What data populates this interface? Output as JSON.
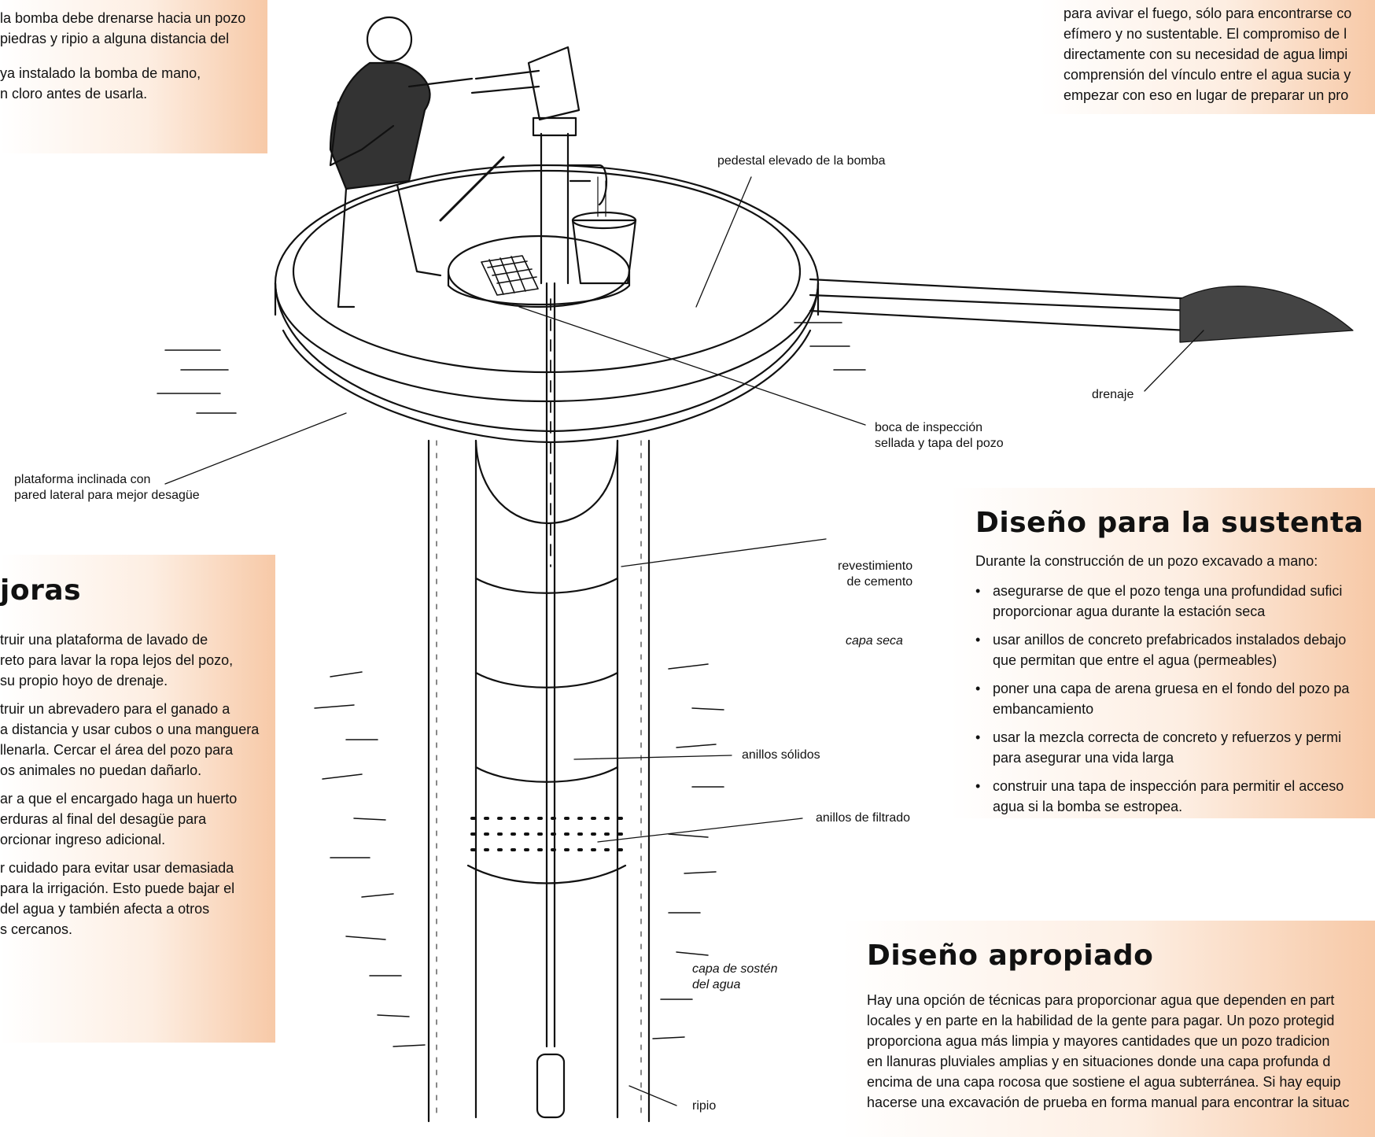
{
  "top_left_box": {
    "lines": [
      "la bomba debe drenarse hacia un pozo",
      "piedras y ripio a alguna distancia del",
      "ya instalado la bomba de mano,",
      "n cloro antes de usarla."
    ]
  },
  "top_right_box": {
    "lines": [
      "para avivar el fuego, sólo para encontrarse co",
      "efímero y no sustentable. El compromiso de l",
      "directamente con su necesidad de agua limpi",
      "comprensión del vínculo entre el agua sucia y",
      "empezar con eso en lugar de preparar un pro"
    ]
  },
  "mejoras": {
    "heading": "joras",
    "lines": [
      "truir una plataforma de lavado de",
      "reto para lavar la ropa lejos del pozo,",
      "su propio hoyo de drenaje.",
      "truir un abrevadero para el ganado a",
      "a distancia y usar cubos o una manguera",
      "llenarla. Cercar el área del pozo para",
      "os animales no puedan dañarlo.",
      "ar a que el encargado haga un huerto",
      "erduras al final del desagüe para",
      "orcionar ingreso adicional.",
      "r cuidado para evitar usar demasiada",
      "para la irrigación. Esto puede bajar el",
      "del agua y también afecta a otros",
      "s cercanos."
    ]
  },
  "sustentabilidad": {
    "heading": "Diseño para la sustenta",
    "intro": "Durante la construcción de un pozo excavado a mano:",
    "bullets": [
      [
        "asegurarse de que el pozo tenga una profundidad sufici",
        "proporcionar agua durante la estación seca"
      ],
      [
        "usar anillos de concreto prefabricados instalados debajo",
        "que permitan que entre el agua (permeables)"
      ],
      [
        "poner una capa de arena gruesa en el fondo del pozo pa",
        "embancamiento"
      ],
      [
        "usar la mezcla correcta de concreto y refuerzos y permi",
        "para asegurar una vida larga"
      ],
      [
        "construir una tapa de inspección para permitir el acceso",
        "agua si la bomba se estropea."
      ]
    ]
  },
  "apropiado": {
    "heading": "Diseño apropiado",
    "lines": [
      "Hay una opción de técnicas para proporcionar agua que dependen en part",
      "locales y en parte en la habilidad de la gente para pagar. Un pozo protegid",
      "proporciona agua más limpia y mayores cantidades que un pozo tradicion",
      "en llanuras pluviales amplias y en situaciones donde una capa profunda d",
      "encima de una capa rocosa que sostiene el agua subterránea. Si hay equip",
      "hacerse una excavación de prueba en forma manual para encontrar la situac"
    ]
  },
  "labels": {
    "pedestal": "pedestal elevado de la bomba",
    "drenaje": "drenaje",
    "boca": [
      "boca de inspección",
      "sellada y tapa del pozo"
    ],
    "plataforma": [
      "plataforma inclinada con",
      "pared lateral para mejor desagüe"
    ],
    "revestimiento": [
      "revestimiento",
      "de cemento"
    ],
    "capa_seca": "capa seca",
    "anillos_solidos": "anillos sólidos",
    "anillos_filtrado": "anillos de filtrado",
    "capa_sosten": [
      "capa de sostén",
      "del agua"
    ],
    "ripio": "ripio"
  }
}
